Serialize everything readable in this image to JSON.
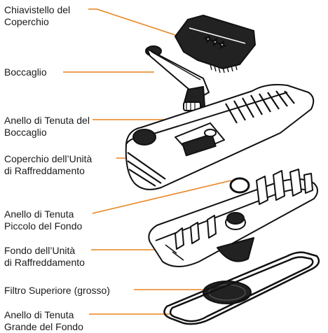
{
  "accent_color": "#e8841f",
  "ink_color": "#111111",
  "labels": [
    {
      "id": "lid-latch",
      "lines": [
        "Chiavistello del",
        "Coperchio"
      ]
    },
    {
      "id": "mouthpiece",
      "lines": [
        "Boccaglio"
      ]
    },
    {
      "id": "mouthpiece-seal",
      "lines": [
        "Anello di Tenuta del",
        "Boccaglio"
      ]
    },
    {
      "id": "cooling-unit-lid",
      "lines": [
        "Coperchio dell’Unità",
        "di Raffreddamento"
      ]
    },
    {
      "id": "small-bottom-seal",
      "lines": [
        "Anello di Tenuta",
        "Piccolo del Fondo"
      ]
    },
    {
      "id": "cooling-unit-bottom",
      "lines": [
        "Fondo dell’Unità",
        "di Raffreddamento"
      ]
    },
    {
      "id": "upper-filter",
      "lines": [
        "Filtro Superiore (grosso)"
      ]
    },
    {
      "id": "large-bottom-seal",
      "lines": [
        "Anello di Tenuta",
        "Grande del Fondo"
      ]
    }
  ]
}
